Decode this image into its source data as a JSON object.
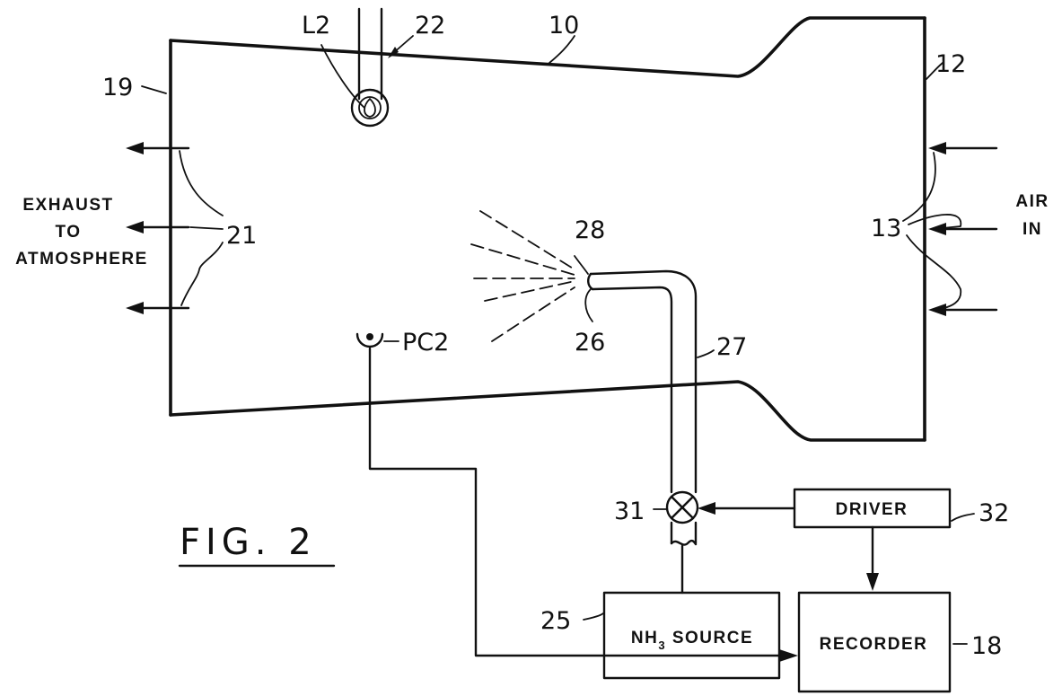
{
  "figure": {
    "title": "FIG. 2"
  },
  "labels": {
    "chamber": "10",
    "inlet_wall": "12",
    "air_holes": "13",
    "recorder_ref": "18",
    "exhaust_end": "19",
    "exhaust_holes": "21",
    "lamp_tube": "22",
    "source_ref": "25",
    "nozzle": "26",
    "pipe": "27",
    "spray": "28",
    "valve": "31",
    "driver_ref": "32",
    "lamp": "L2",
    "photocell": "PC2"
  },
  "text": {
    "exhaust_line1": "EXHAUST",
    "exhaust_line2": "TO",
    "exhaust_line3": "ATMOSPHERE",
    "air_line1": "AIR",
    "air_line2": "IN"
  },
  "blocks": {
    "driver": "DRIVER",
    "recorder": "RECORDER",
    "source_prefix": "NH",
    "source_subscript": "3",
    "source_suffix": " SOURCE"
  }
}
